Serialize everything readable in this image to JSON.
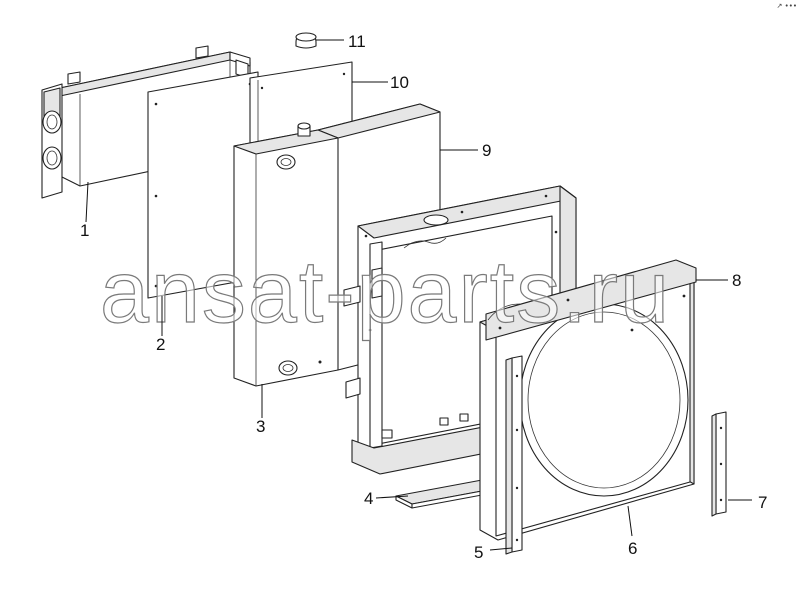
{
  "watermark": "ansat-parts.ru",
  "corner_mark": "↗ •••",
  "callouts": [
    {
      "id": "1",
      "label": "1"
    },
    {
      "id": "2",
      "label": "2"
    },
    {
      "id": "3",
      "label": "3"
    },
    {
      "id": "4",
      "label": "4"
    },
    {
      "id": "5",
      "label": "5"
    },
    {
      "id": "6",
      "label": "6"
    },
    {
      "id": "7",
      "label": "7"
    },
    {
      "id": "8",
      "label": "8"
    },
    {
      "id": "9",
      "label": "9"
    },
    {
      "id": "10",
      "label": "10"
    },
    {
      "id": "11",
      "label": "11"
    }
  ]
}
